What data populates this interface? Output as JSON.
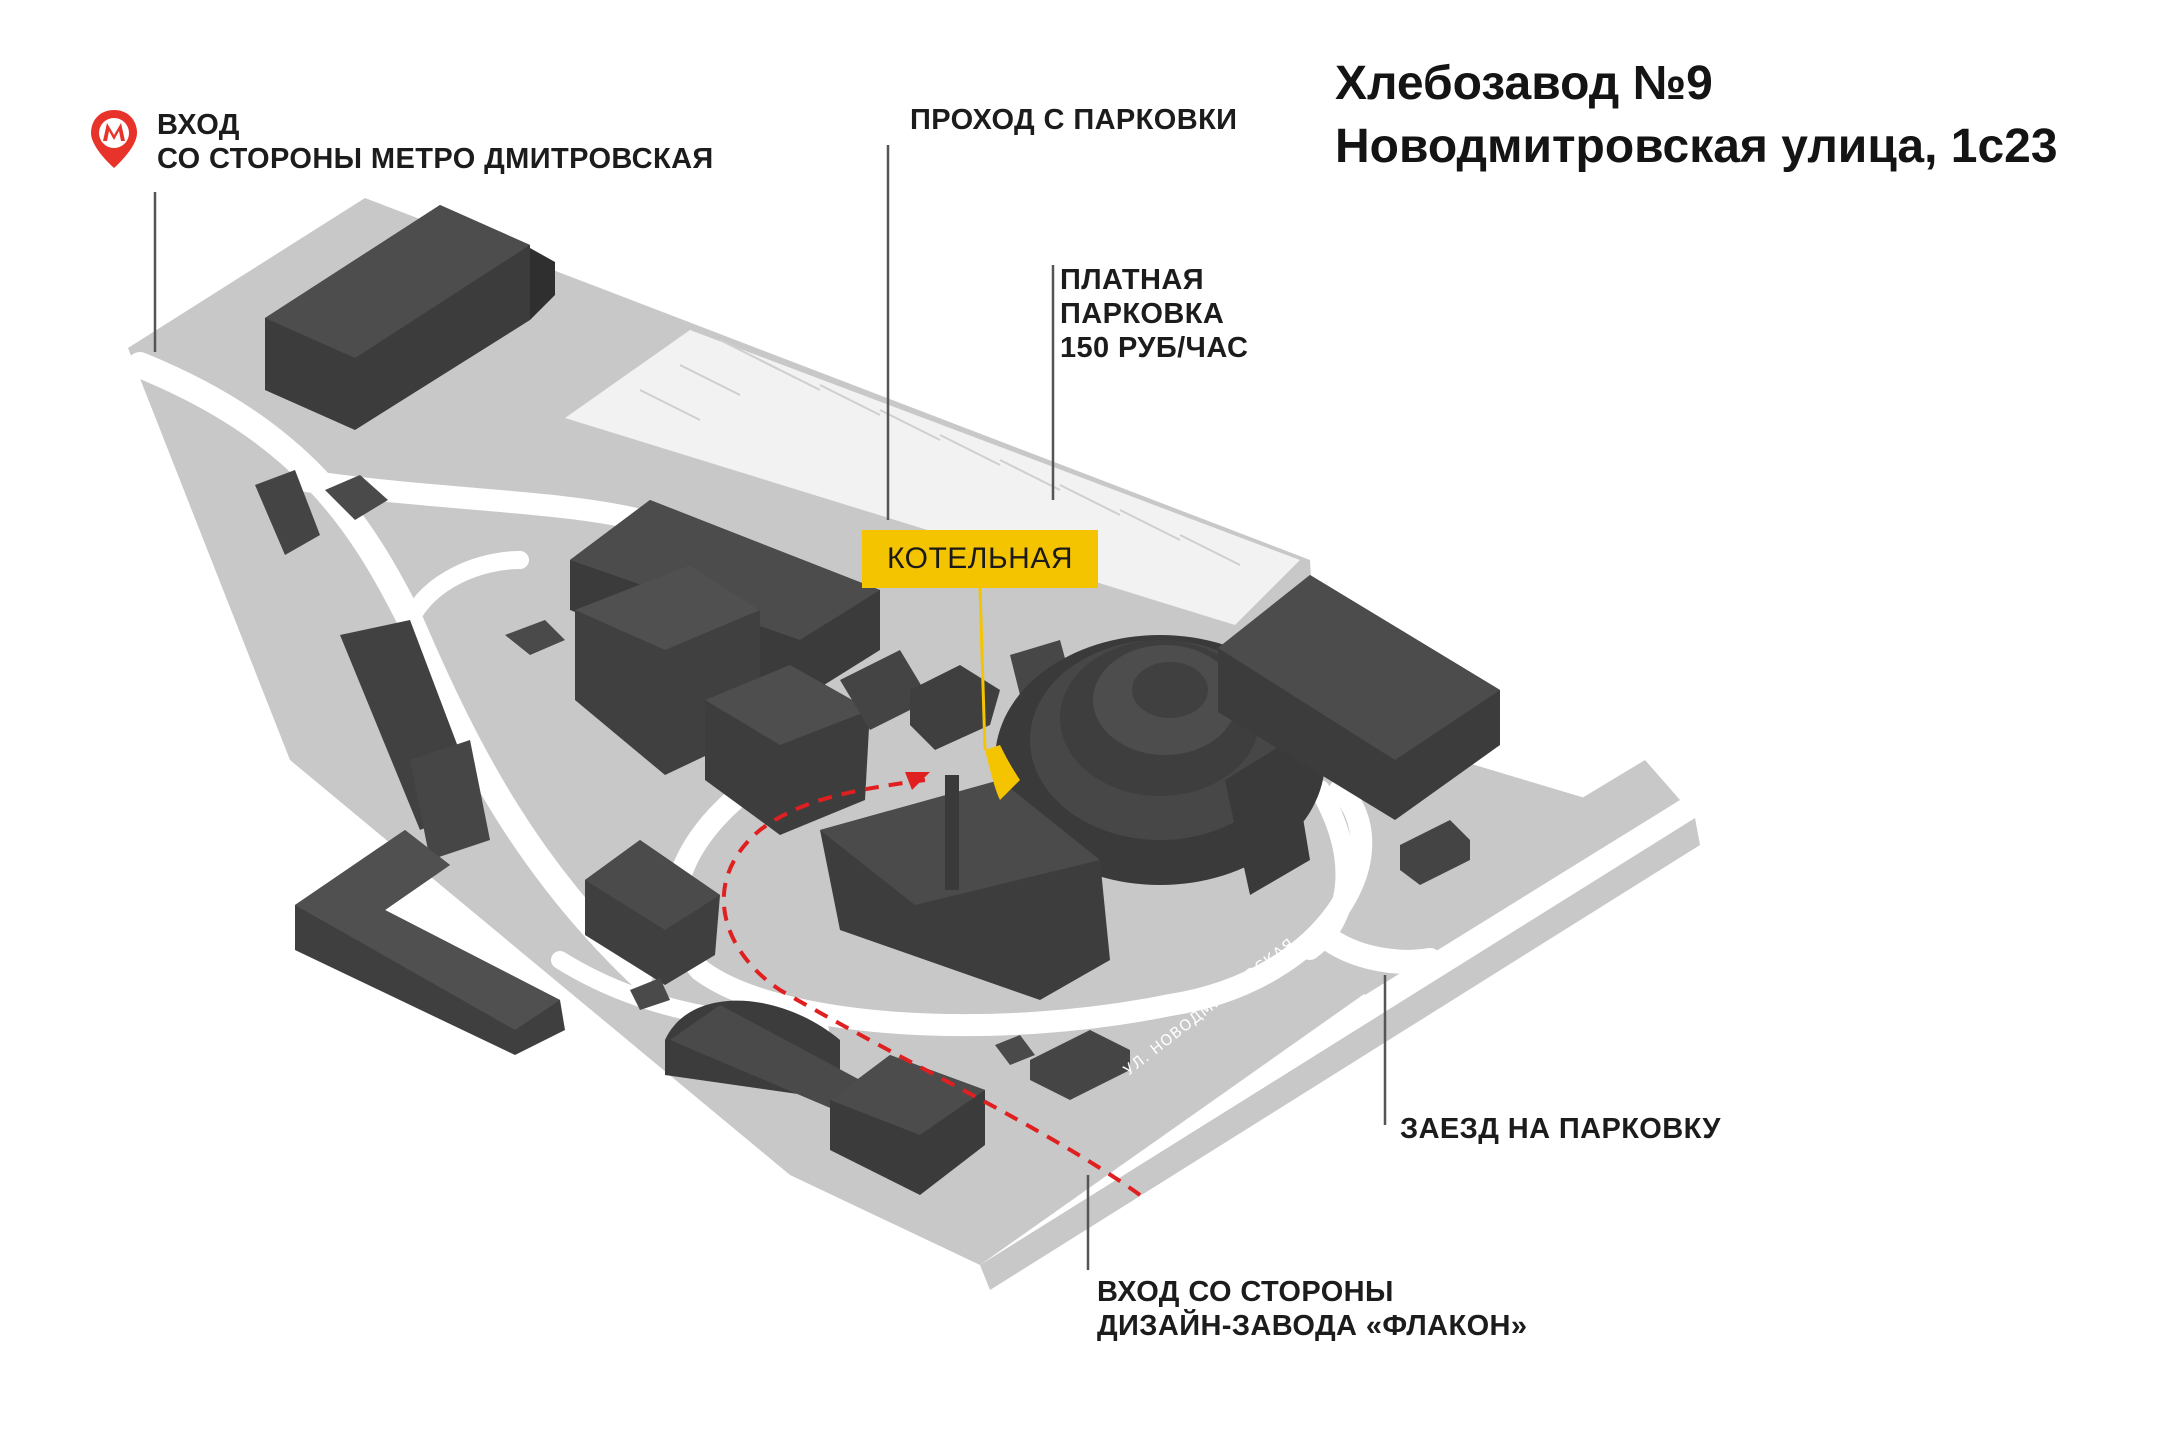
{
  "title": {
    "line1": "Хлебозавод №9",
    "line2": "Новодмитровская улица, 1с23"
  },
  "labels": {
    "metro_entrance_line1": "ВХОД",
    "metro_entrance_line2": "СО СТОРОНЫ МЕТРО ДМИТРОВСКАЯ",
    "parking_passage": "ПРОХОД С ПАРКОВКИ",
    "paid_parking_line1": "ПЛАТНАЯ",
    "paid_parking_line2": "ПАРКОВКА",
    "paid_parking_line3": "150 РУБ/ЧАС",
    "boiler_house": "КОТЕЛЬНАЯ",
    "parking_entry": "ЗАЕЗД НА ПАРКОВКУ",
    "flacon_entrance_line1": "ВХОД СО СТОРОНЫ",
    "flacon_entrance_line2": "ДИЗАЙН-ЗАВОДА «ФЛАКОН»",
    "street_name": "УЛ. НОВОДМИТРОВСКАЯ"
  },
  "icons": {
    "metro": "metro-m-icon"
  },
  "colors": {
    "ground": "#c9c9c9",
    "road": "#ffffff",
    "building_top": "#4a4a4a",
    "building_side": "#3a3a3a",
    "highlight": "#f5c400",
    "route": "#e02020",
    "metro": "#e8332a"
  }
}
